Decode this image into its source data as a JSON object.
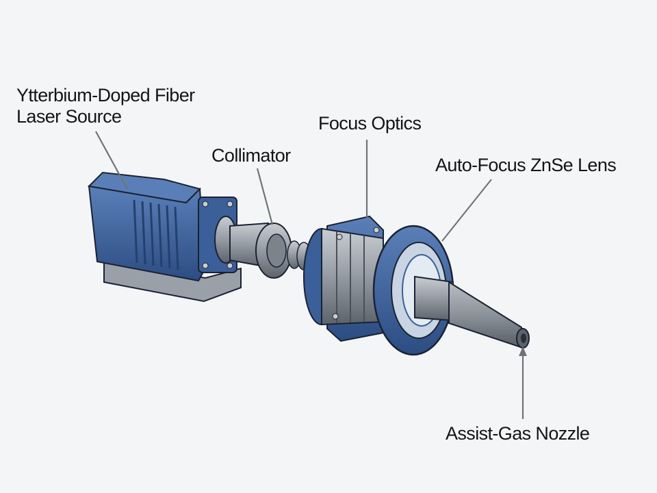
{
  "labels": {
    "source_line1": "Ytterbium-Doped Fiber",
    "source_line2": "Laser Source",
    "collimator": "Collimator",
    "focus_optics": "Focus Optics",
    "lens": "Auto-Focus ZnSe Lens",
    "nozzle": "Assist-Gas Nozzle"
  },
  "colors": {
    "background": "#f4f5f6",
    "housing_blue": "#3b5f98",
    "housing_dark": "#24406e",
    "metal": "#9aa0a8",
    "metal_dark": "#5d636b",
    "outline": "#1a2233",
    "leader": "#6f7378"
  }
}
